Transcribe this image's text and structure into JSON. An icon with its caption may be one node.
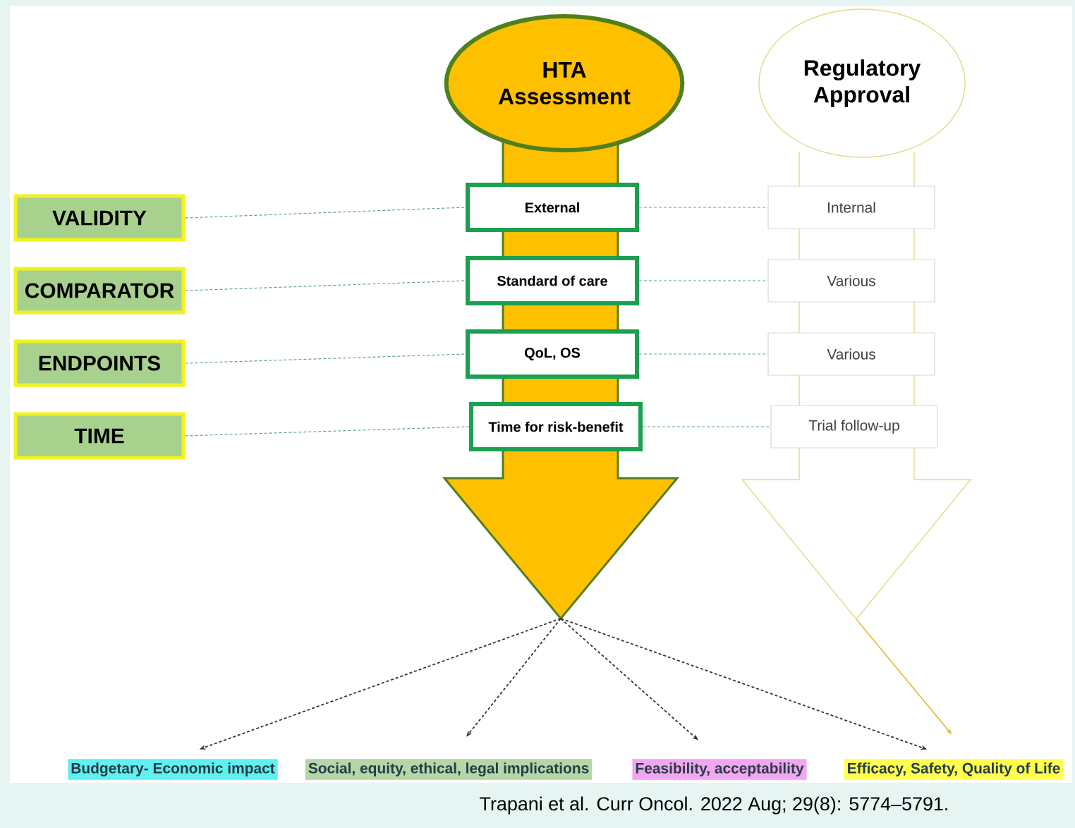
{
  "diagram": {
    "caption": "Trapani et al. Curr Oncol. 2022 Aug; 29(8): 5774–5791.",
    "nodes": [
      {
        "text": [
          "HTA Assessment"
        ]
      },
      {
        "text": [
          "Regulatory Approval"
        ]
      },
      {
        "text": [
          "VALIDITY"
        ]
      },
      {
        "text": [
          "COMPARATOR"
        ]
      },
      {
        "text": [
          "ENDPOINTS"
        ]
      },
      {
        "text": [
          "TIME"
        ]
      },
      {
        "text": [],
        "shape": "arrow"
      },
      {
        "text": [
          "External"
        ],
        "in": 6
      },
      {
        "text": [
          "Standard of care"
        ],
        "in": 6
      },
      {
        "text": [
          "QoL, OS"
        ],
        "in": 6
      },
      {
        "text": [
          "Time for risk-benefit"
        ],
        "in": 6
      },
      {
        "text": [],
        "shape": "arrow"
      },
      {
        "text": [
          "Internal"
        ],
        "in": 11
      },
      {
        "text": [
          "Various"
        ],
        "in": 11
      },
      {
        "text": [
          "Various"
        ],
        "in": 11
      },
      {
        "text": [
          "Trial follow-up"
        ],
        "in": 11
      },
      {
        "text": [
          "Budgetary- Economic impact"
        ]
      },
      {
        "text": [
          "Social, equity, ethical, legal implications"
        ]
      },
      {
        "text": [
          "Feasibility, acceptability"
        ]
      },
      {
        "text": [
          "Efficacy, Safety, Quality of Life"
        ]
      }
    ],
    "edges": [
      {
        "from": 2,
        "to": 7,
        "arrow": "none",
        "style": "dashed"
      },
      {
        "from": 3,
        "to": 8,
        "arrow": "none",
        "style": "dashed"
      },
      {
        "from": 4,
        "to": 9,
        "arrow": "none",
        "style": "dashed"
      },
      {
        "from": 5,
        "to": 10,
        "arrow": "none",
        "style": "dashed"
      },
      {
        "from": 7,
        "to": 12,
        "arrow": "none",
        "style": "dashed"
      },
      {
        "from": 8,
        "to": 13,
        "arrow": "none",
        "style": "dashed"
      },
      {
        "from": 9,
        "to": 14,
        "arrow": "none",
        "style": "dashed"
      },
      {
        "from": 10,
        "to": 15,
        "arrow": "none",
        "style": "dashed"
      },
      {
        "from": 6,
        "to": 16,
        "arrow": "to",
        "style": "dashed",
        "color": "#333333"
      },
      {
        "from": 6,
        "to": 17,
        "arrow": "to",
        "style": "dashed",
        "color": "#333333"
      },
      {
        "from": 6,
        "to": 18,
        "arrow": "to",
        "style": "dashed",
        "color": "#333333"
      },
      {
        "from": 6,
        "to": 19,
        "arrow": "to",
        "style": "dashed",
        "color": "#333333"
      },
      {
        "from": 11,
        "to": 19,
        "arrow": "to",
        "color": "#e0c040"
      }
    ]
  }
}
